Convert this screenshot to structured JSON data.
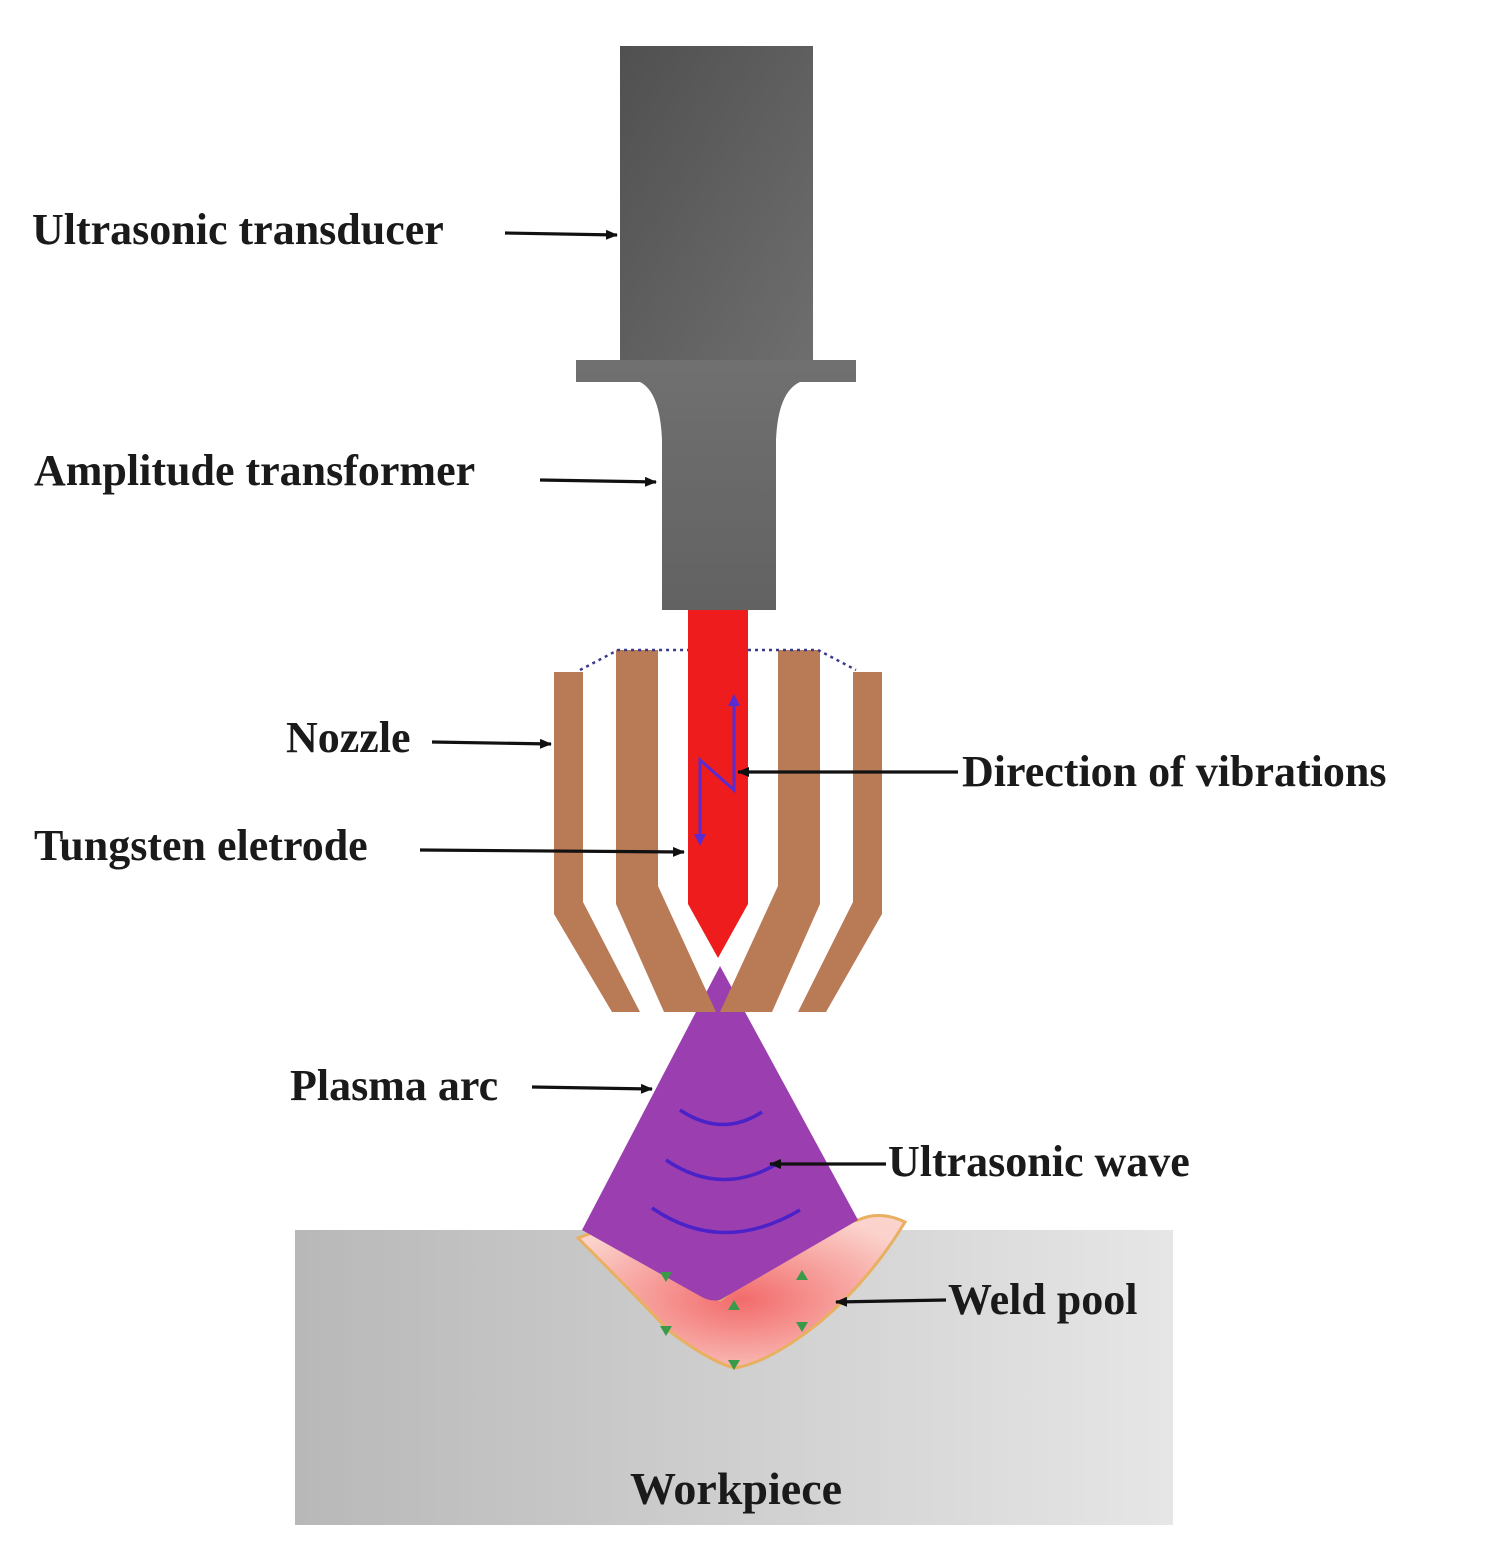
{
  "labels": {
    "ultrasonic_transducer": "Ultrasonic transducer",
    "amplitude_transformer": "Amplitude transformer",
    "nozzle": "Nozzle",
    "tungsten_electrode": "Tungsten eletrode",
    "direction_of_vibrations": "Direction of vibrations",
    "plasma_arc": "Plasma arc",
    "ultrasonic_wave": "Ultrasonic wave",
    "weld_pool": "Weld pool",
    "workpiece": "Workpiece"
  },
  "colors": {
    "transducer": "#5a5a5a",
    "transformer": "#6b6b6b",
    "electrode": "#ee1c1c",
    "nozzle": "#b97a56",
    "plasma_arc": "#9b3fb0",
    "wave": "#4a22c8",
    "weld_pool": "#f6a8a0",
    "weld_pool_edge": "#e8b060",
    "workpiece": "#c8c8c8",
    "flow_marker": "#3a9a4a"
  }
}
